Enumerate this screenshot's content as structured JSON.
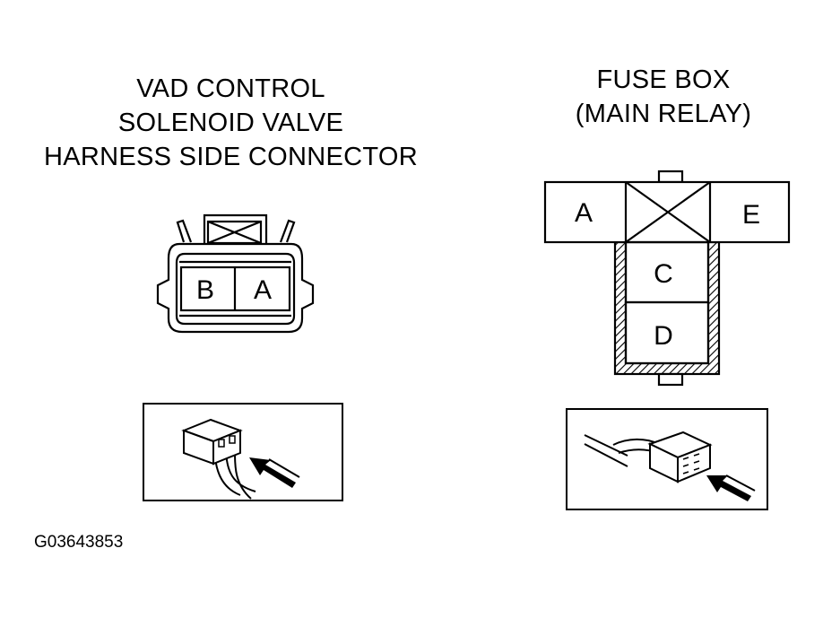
{
  "left_connector": {
    "title_lines": [
      "VAD CONTROL",
      "SOLENOID VALVE",
      "HARNESS SIDE CONNECTOR"
    ],
    "pins": [
      "B",
      "A"
    ]
  },
  "right_connector": {
    "title_lines": [
      "FUSE BOX",
      "(MAIN RELAY)"
    ],
    "pins": {
      "a": "A",
      "e": "E",
      "c": "C",
      "d": "D"
    }
  },
  "figure_id": "G03643853"
}
